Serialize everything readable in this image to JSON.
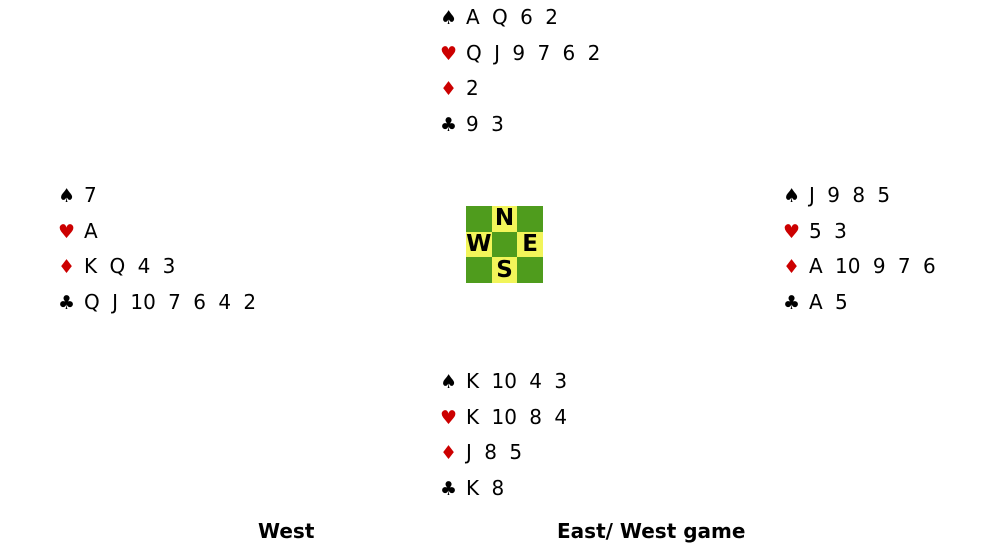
{
  "colors": {
    "black_suit": "#000000",
    "red_suit": "#cc0000",
    "compass_green": "#4f9c1d",
    "compass_yellow": "#f2f55a"
  },
  "suit_symbols": {
    "spades": "♠",
    "hearts": "♥",
    "diamonds": "♦",
    "clubs": "♣"
  },
  "hands": {
    "north": {
      "spades": "A Q 6 2",
      "hearts": "Q J 9 7 6 2",
      "diamonds": "2",
      "clubs": "9 3"
    },
    "west": {
      "spades": "7",
      "hearts": "A",
      "diamonds": "K Q 4 3",
      "clubs": "Q J 10 7 6 4 2"
    },
    "east": {
      "spades": "J 9 8 5",
      "hearts": "5 3",
      "diamonds": "A 10 9 7 6",
      "clubs": "A 5"
    },
    "south": {
      "spades": "K 10 4 3",
      "hearts": "K 10 8 4",
      "diamonds": "J 8 5",
      "clubs": "K 8"
    }
  },
  "compass": {
    "north": "N",
    "east": "E",
    "south": "S",
    "west": "W"
  },
  "footer": {
    "dealer": "West",
    "vulnerability": "East/ West game"
  }
}
